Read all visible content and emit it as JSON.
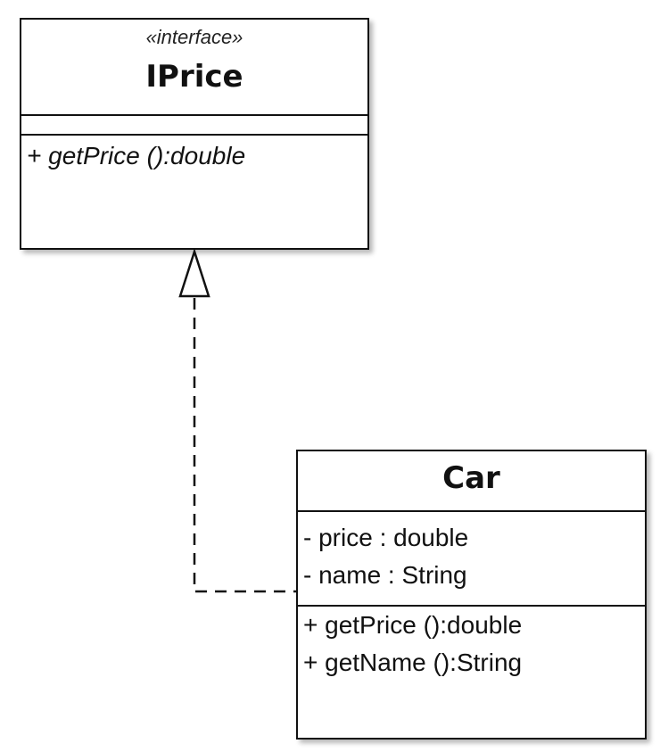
{
  "diagram": {
    "type": "uml-class-diagram",
    "classes": [
      {
        "id": "iprice",
        "stereotype": "«interface»",
        "name": "IPrice",
        "attributes": [],
        "operations": [
          {
            "text": "+ getPrice ():double",
            "abstract": true
          }
        ]
      },
      {
        "id": "car",
        "stereotype": "",
        "name": "Car",
        "attributes": [
          {
            "text": "- price : double"
          },
          {
            "text": "- name : String"
          }
        ],
        "operations": [
          {
            "text": "+ getPrice ():double",
            "abstract": false
          },
          {
            "text": "+ getName ():String",
            "abstract": false
          }
        ]
      }
    ],
    "relationships": [
      {
        "type": "realization",
        "from": "Car",
        "to": "IPrice",
        "line_style": "dashed",
        "arrowhead": "hollow-triangle"
      }
    ],
    "colors": {
      "line": "#111111",
      "box_fill": "#ffffff",
      "shadow": "#b5b5b5"
    }
  }
}
